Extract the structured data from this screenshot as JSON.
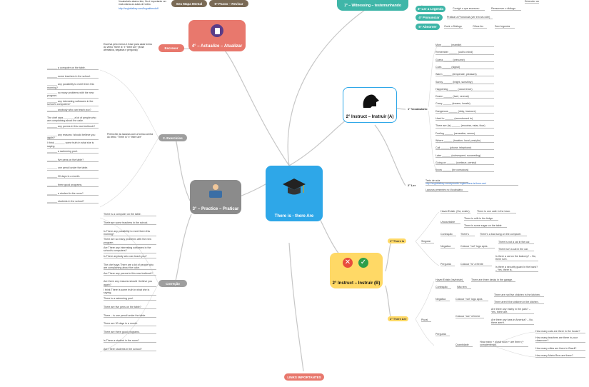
{
  "top": {
    "intro_text": "Vocabulário abaixo têm, No é importante ver mais claras as aulas de vídeo.",
    "intro_link": "http://soglottalkey.com/lingualtrendoff",
    "seu_mapa": "Seu Mapa Mental",
    "passo5": "5° Passo – Revisar",
    "witnessing": "1° – Witnessing – testemunhando",
    "witness_tail": "Entender cena"
  },
  "legend_steps": [
    {
      "tag": "3° Ler a Legenda",
      "text": "Corrigir o que escreveu",
      "text2": "Reescrever o diálogo"
    },
    {
      "tag": "4° Pronunciar",
      "text": "Praticar a Pronúncia (ver em seu site)",
      "text2": ""
    },
    {
      "tag": "5° Absorver",
      "text": "Ouvir o Diálogo",
      "text2": "Olhos fec",
      "text3": "Sem legenda"
    }
  ],
  "central": {
    "label": "There is - there Are"
  },
  "actualize": {
    "label": "4° – Actualize – Atualizar",
    "branch": "Escrever",
    "note": "Escreva pelo menos 1 frase para cada forma do verbo \"there is\" e \"there are\" (frase afirmativa, negativa e pergunta)"
  },
  "practice": {
    "label": "3° – Practice – Praticar",
    "exercises_tag": "2. Exercícios",
    "exercises_note": "Preencher as lacunas com a forma correta do verbo \"There is\" e \"there are\"",
    "correction_tag": "Correção"
  },
  "exercises": [
    "_______ a computer on the table.",
    "_______ some teachers in the school.",
    "_______ any possibility to meet them this morning?",
    "_______ so many problems with the new program.",
    "_______ any interesting softwares in the school's computers?",
    "_______ anybody who can teach you?",
    "The chef says _______ a lot of people who are complaining about the cake.",
    "_______ any poems in this new textbook?",
    "_______ any reasons I should believe you again?",
    "I think _______ some truth in what she is saying.",
    "_______ a swimming pool.",
    "_______ five pens on the table?",
    "_______ one pencil under the table.",
    "_______ 30 days in a month.",
    "_______ three good programs.",
    "_______ a student in the room?",
    "_______ students in the school?"
  ],
  "corrections": [
    "There is a computer on the table.",
    "There are some teachers in the school.",
    "Is There any possibility to meet them this morning?",
    "There are so many problems with the new program.",
    "Are There any interesting softwares in the school's computers?",
    "Is There anybody who can teach you?",
    "The chef says There are a lot of people who are complaining about the cake.",
    "Are There any poems in this new textbook?",
    "Are there any reasons should I believe you again?",
    "I think There is some truth in what she is saying.",
    "There is a swimming pool.",
    "There are five pens on the table?",
    "There – is one pencil under the table.",
    "There are 30 days in a month.",
    "There are three good programs.",
    "Is There a student in the room?",
    "Are There students in the school?"
  ],
  "instruct_a": {
    "label": "2° Instruct – Instruir (A)",
    "vocab_tag": "1° Vocabulário",
    "ler_tag": "2° Ler",
    "ler_text": "Texto de aula",
    "ler_link": "http://soglottalkey.com/episodio-ingles/there-is-there-are/",
    "ler_text2": "Lacunas presentes no Vocabulário"
  },
  "vocabulary": [
    {
      "en": "Mom",
      "pt": "(mamãe)"
    },
    {
      "en": "Remember",
      "pt": "(call to mind)"
    },
    {
      "en": "Guess",
      "pt": "(presume)"
    },
    {
      "en": "Cues",
      "pt": "(signal)"
    },
    {
      "en": "Warm",
      "pt": "(temperate, pleasant)"
    },
    {
      "en": "Sunny",
      "pt": "(bright, sunshiny)"
    },
    {
      "en": "Happening",
      "pt": "(occurrence)"
    },
    {
      "en": "Dozen",
      "pt": "(twel, vereval)"
    },
    {
      "en": "Crazy",
      "pt": "(insane, lunatic)"
    },
    {
      "en": "Dangerous",
      "pt": "(risky, insecure)"
    },
    {
      "en": "Used to",
      "pt": "(accustomed to)"
    },
    {
      "en": "There are (is)",
      "pt": "(encotrar, estar, ficar)"
    },
    {
      "en": "Feeling",
      "pt": "(sensation, sense)"
    },
    {
      "en": "Where",
      "pt": "(location, local, posição)"
    },
    {
      "en": "Call",
      "pt": "(phone, telephone)"
    },
    {
      "en": "Later",
      "pt": "(subsequent, succeeding)"
    },
    {
      "en": "Going on",
      "pt": "(continue, persist)"
    },
    {
      "en": "Know",
      "pt": "(be conscious)"
    }
  ],
  "instruct_b": {
    "label": "2° Instruct – Instruir (B)",
    "there_is_tag": "1° There is",
    "there_are_tag": "2° There Are",
    "singular": "Singular",
    "plural": "Plural"
  },
  "there_is": {
    "header": "Haver/Existir. (Há, existe)",
    "header_ex": "There is one cafe in the town.",
    "uncountable": "Uncountable",
    "unc_ex1": "There is milk in the fridge.",
    "unc_ex2": "There is some sugar on the table.",
    "contraction": "Contração",
    "contr_ex1": "There's",
    "contr_ex2": "There's a bad song on the computer.",
    "negative": "Negativa",
    "neg_rule": "Colocar \"not\" logo após",
    "neg_ex1": "There is not a cat in the car.",
    "neg_ex2": "There isn't a cat in the car.",
    "question": "Pergunta",
    "q_rule": "Colocar \"is\" à frente",
    "q_ex1": "Is there a cat on the balcony? – No, there isn't.",
    "q_ex2": "Is there a security guard in the bank? – Yes, there is."
  },
  "there_are": {
    "header": "Haver/Existir (ha/existe)",
    "header_ex": "There are three desks in the garage.",
    "contraction": "Contração",
    "contr_ex": "Não tem",
    "negative": "Negativa",
    "neg_rule": "Colocar \"not\" logo após",
    "neg_ex1": "There are not five children in the kitchen.",
    "neg_ex2": "There aren't five children in the kitchen.",
    "question": "Pergunta",
    "q_rule": "Colocar \"are\" à frente",
    "q_ex1": "Are there any mistry in the park? – Yes, there are.",
    "q_ex2": "Are there any bars in America? – No, there aren't.",
    "quantity": "Quantidade",
    "quantity_rule": "How many + plural noun + are there (+ complemento).",
    "qty_ex1": "How many cats are there in the house?",
    "qty_ex2": "How many teachers are there in your classroom?",
    "qty_ex3": "How many cities are there in Brazil?",
    "qty_ex4": "How many Mario Bros are there?"
  },
  "footer": {
    "links": "LINKS IMPORTANTES"
  },
  "colors": {
    "teal": "#3fb6a8",
    "blue": "#2ea7e8",
    "pink": "#e86a6a",
    "gray": "#8b8b8b",
    "yellow": "#ffd966",
    "brown": "#7a6a55",
    "darkgray": "#9e9e9e"
  }
}
